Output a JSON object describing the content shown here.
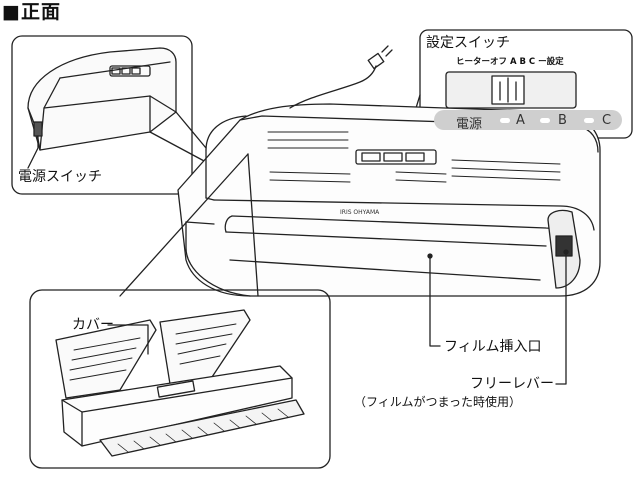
{
  "title": "■正面",
  "callouts": {
    "power_switch": "電源スイッチ",
    "setting_switch": "設定スイッチ",
    "switch_scale": "ヒーターオフ A B C ー設定",
    "switch_positions": [
      "電源",
      "A",
      "B",
      "C"
    ],
    "cover": "カバー",
    "film_inlet": "フィルム挿入口",
    "free_lever": "フリーレバー",
    "free_lever_note": "（フィルムがつまった時使用）"
  },
  "device": {
    "brand": "IRIS OHYAMA"
  }
}
